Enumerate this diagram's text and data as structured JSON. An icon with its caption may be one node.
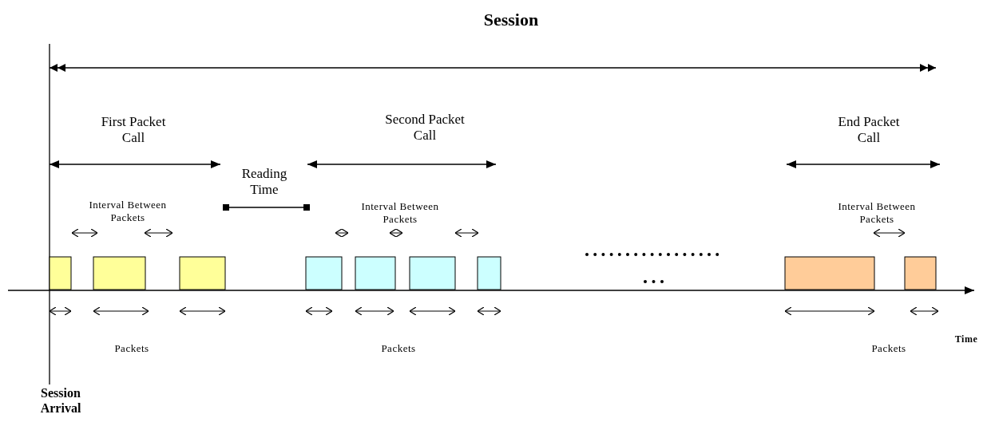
{
  "diagram": {
    "nodes": [
      {
        "text": [],
        "shape": "bar"
      },
      {
        "text": [],
        "shape": "bar"
      },
      {
        "text": [],
        "shape": "bar"
      },
      {
        "text": [],
        "shape": "bar"
      },
      {
        "text": [],
        "shape": "bar"
      },
      {
        "text": [],
        "shape": "bar"
      },
      {
        "text": [],
        "shape": "bar"
      },
      {
        "text": [],
        "shape": "bar"
      },
      {
        "text": [],
        "shape": "bar"
      }
    ],
    "labels": [
      "Session",
      "First Packet Call",
      "Second Packet Call",
      "End Packet Call",
      "Reading Time",
      "Interval Between Packets",
      "Interval Between Packets",
      "Interval Between Packets",
      "Time",
      "Packets",
      "Packets",
      "Packets",
      "Session Arrival"
    ]
  }
}
